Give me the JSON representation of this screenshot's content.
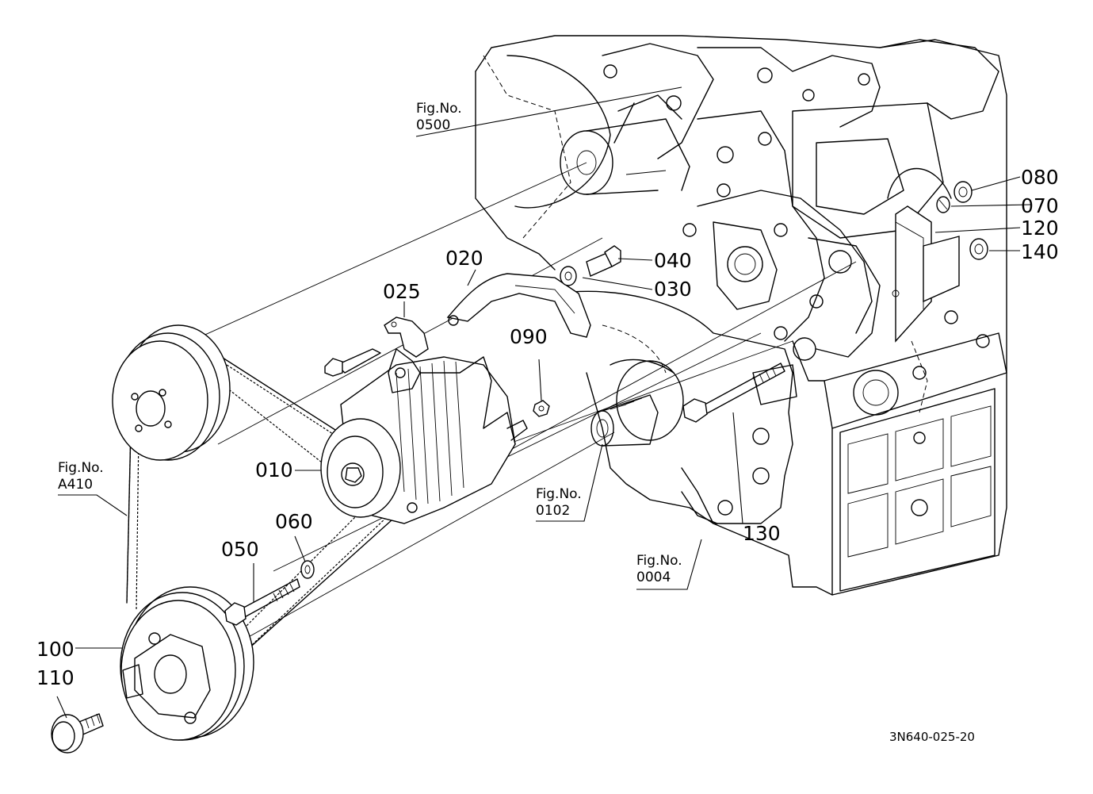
{
  "parts": {
    "p010": "010",
    "p020": "020",
    "p025": "025",
    "p030": "030",
    "p040": "040",
    "p050": "050",
    "p060": "060",
    "p070": "070",
    "p080": "080",
    "p090": "090",
    "p100": "100",
    "p110": "110",
    "p120": "120",
    "p130": "130",
    "p140": "140"
  },
  "figure_refs": {
    "fig0500": {
      "line1": "Fig.No.",
      "line2": "0500"
    },
    "figA410": {
      "line1": "Fig.No.",
      "line2": "A410"
    },
    "fig0102": {
      "line1": "Fig.No.",
      "line2": "0102"
    },
    "fig0004": {
      "line1": "Fig.No.",
      "line2": "0004"
    }
  },
  "drawing_code": "3N640-025-20"
}
